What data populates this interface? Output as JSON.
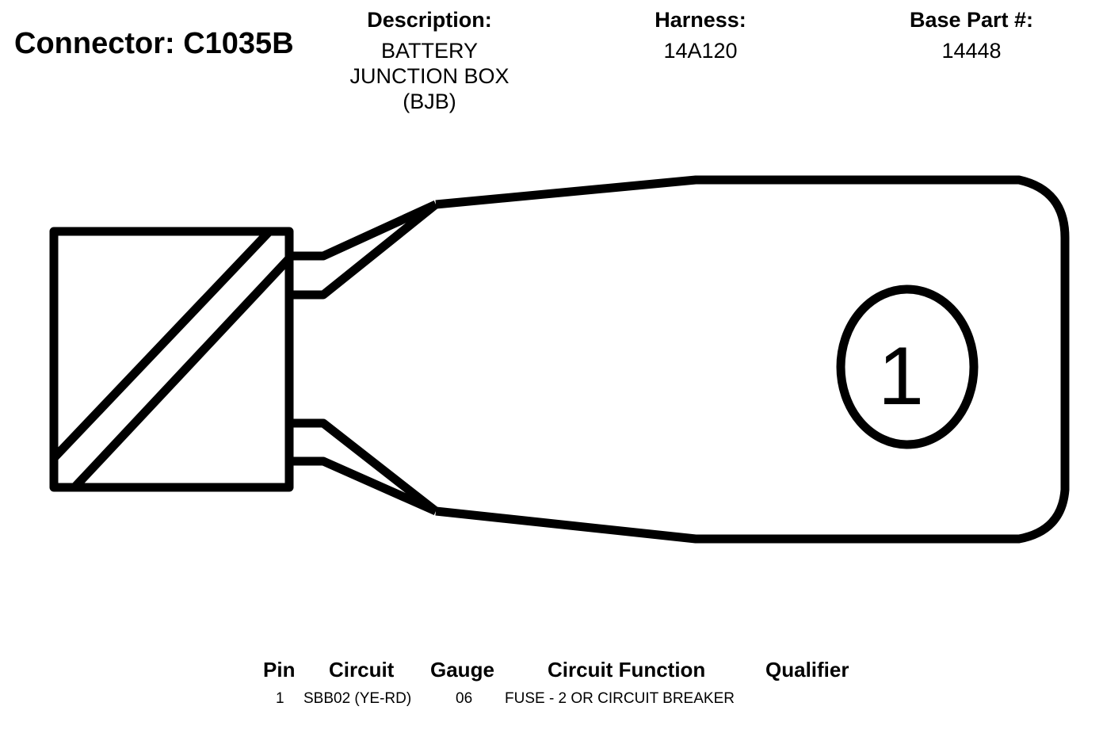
{
  "connector": {
    "title": "Connector: C1035B"
  },
  "description": {
    "label": "Description:",
    "value": "BATTERY JUNCTION BOX (BJB)"
  },
  "harness": {
    "label": "Harness:",
    "value": "14A120"
  },
  "base_part": {
    "label": "Base Part #:",
    "value": "14448"
  },
  "diagram": {
    "pin_label": "1",
    "stroke_color": "#000000",
    "background_color": "#ffffff"
  },
  "pin_table": {
    "headers": {
      "pin": "Pin",
      "circuit": "Circuit",
      "gauge": "Gauge",
      "circuit_function": "Circuit Function",
      "qualifier": "Qualifier"
    },
    "rows": [
      {
        "pin": "1",
        "circuit": "SBB02 (YE-RD)",
        "gauge": "06",
        "circuit_function": "FUSE - 2 OR CIRCUIT BREAKER",
        "qualifier": ""
      }
    ]
  }
}
